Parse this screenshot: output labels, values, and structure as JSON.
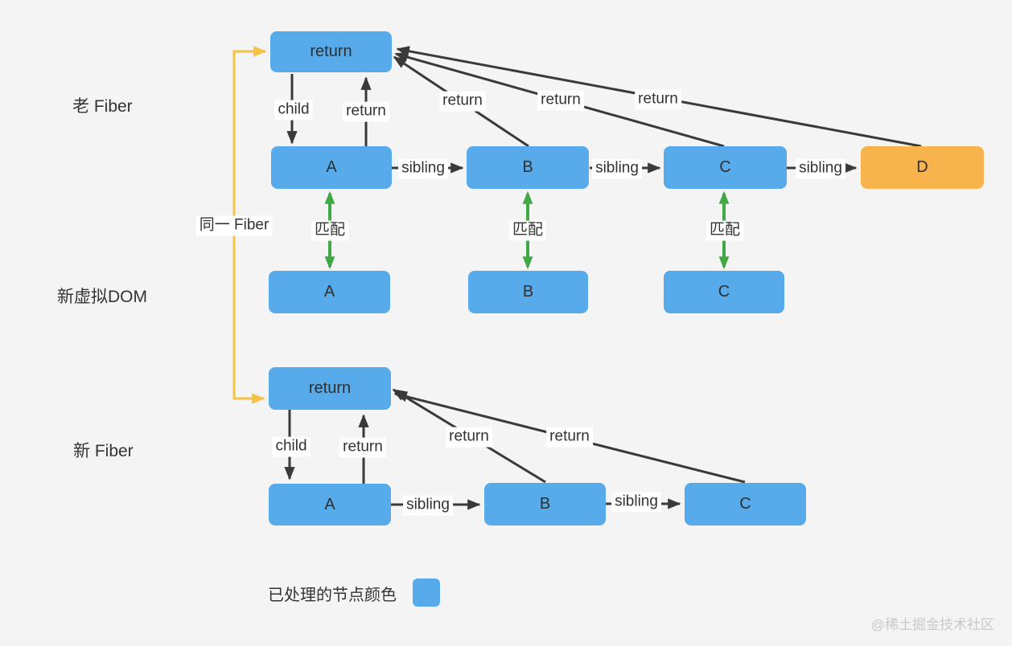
{
  "colors": {
    "background": "#f4f4f4",
    "node_blue": "#57ABEB",
    "node_orange": "#F7B34C",
    "arrow_dark": "#3A3A3A",
    "match_green": "#41A845",
    "same_fiber_yellow": "#F6C244",
    "label_bg": "#FFFFFF",
    "text_dark": "#333333",
    "watermark_gray": "#C9C9C9"
  },
  "section_labels": {
    "old_fiber": "老 Fiber",
    "new_vdom": "新虚拟DOM",
    "new_fiber": "新 Fiber"
  },
  "edge_labels": {
    "child": "child",
    "return": "return",
    "sibling": "sibling",
    "match": "匹配",
    "same_fiber": "同一 Fiber"
  },
  "old_fiber": {
    "root": "return",
    "a": "A",
    "b": "B",
    "c": "C",
    "d": "D"
  },
  "new_vdom": {
    "a": "A",
    "b": "B",
    "c": "C"
  },
  "new_fiber": {
    "root": "return",
    "a": "A",
    "b": "B",
    "c": "C"
  },
  "legend": {
    "label": "已处理的节点颜色"
  },
  "watermark": "@稀土掘金技术社区"
}
